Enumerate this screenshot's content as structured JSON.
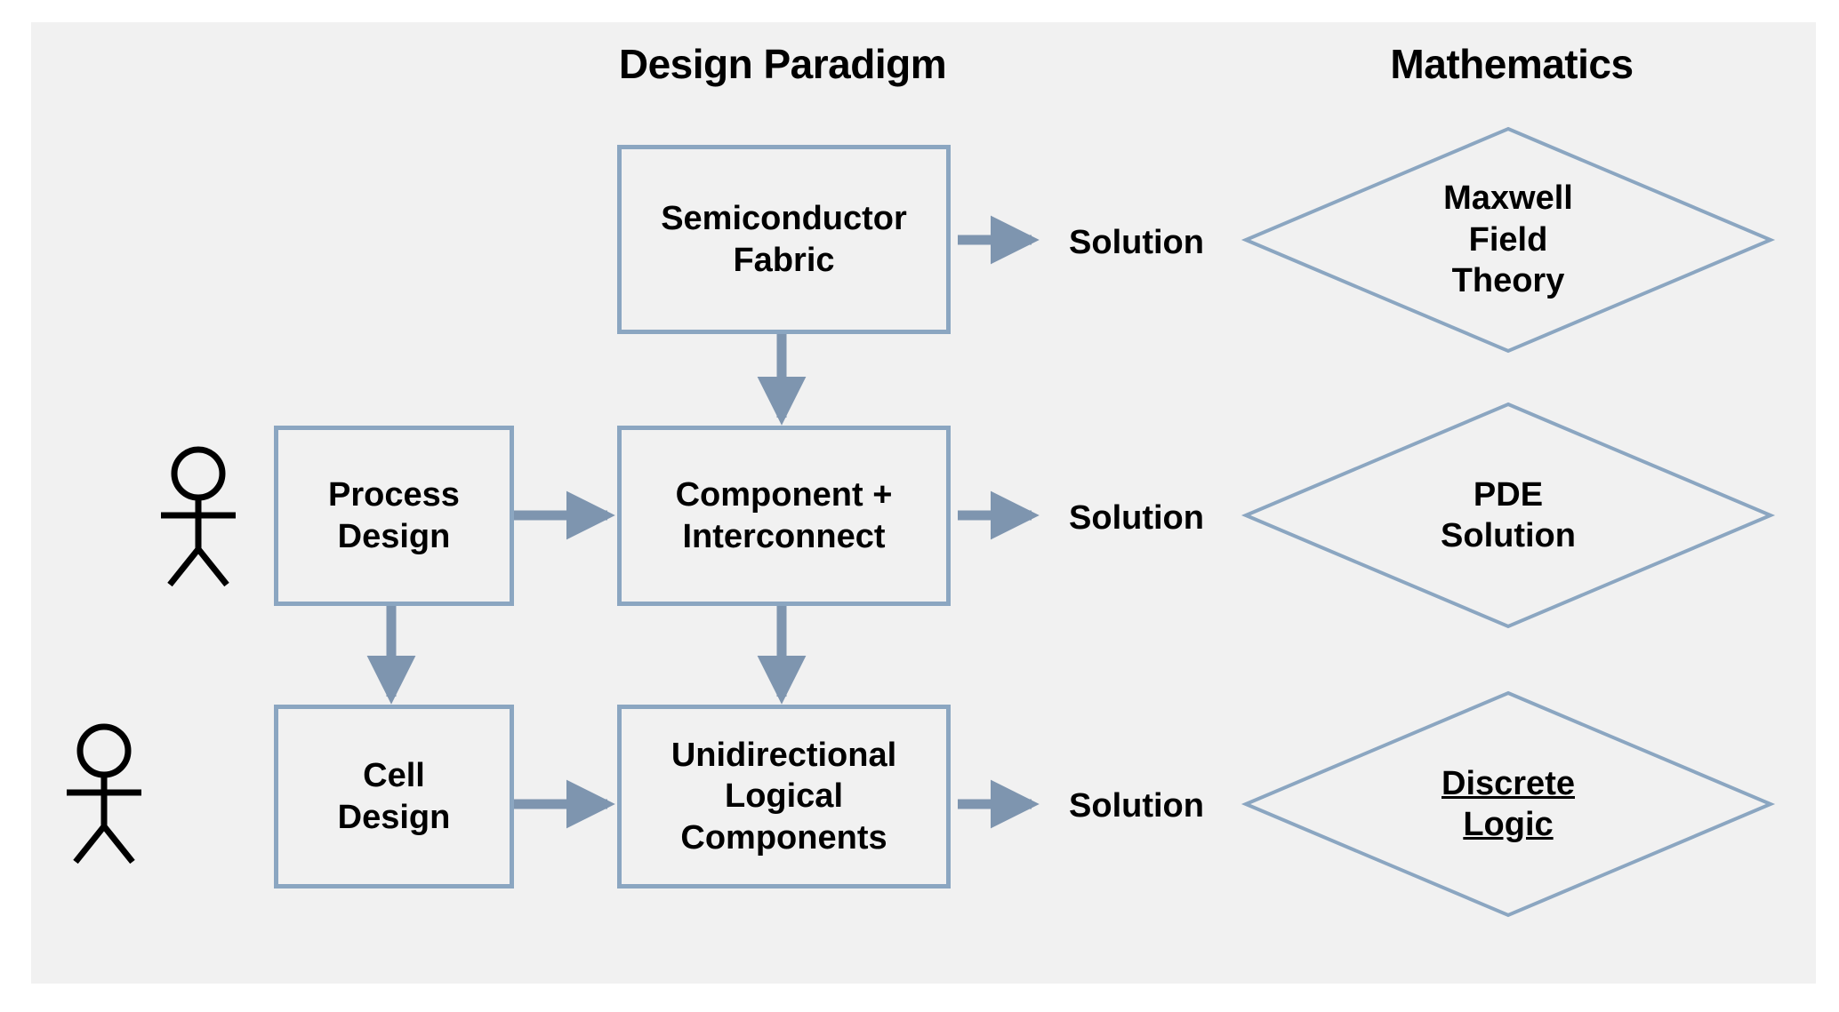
{
  "diagram": {
    "title_columns": {
      "design_paradigm": "Design Paradigm",
      "mathematics": "Mathematics"
    },
    "colors": {
      "background": "#f1f1f1",
      "box_border": "#8ba6c1",
      "diamond_border": "#8ba6c1",
      "arrow": "#7e95af",
      "text": "#000000",
      "figure": "#000000"
    },
    "process_boxes": [
      {
        "id": "semiconductor-fabric",
        "line1": "Semiconductor",
        "line2": "Fabric",
        "line3": ""
      },
      {
        "id": "process-design",
        "line1": "Process",
        "line2": "Design",
        "line3": ""
      },
      {
        "id": "component-interconnect",
        "line1": "Component +",
        "line2": "Interconnect",
        "line3": ""
      },
      {
        "id": "cell-design",
        "line1": "Cell",
        "line2": "Design",
        "line3": ""
      },
      {
        "id": "unidirectional-logical-components",
        "line1": "Unidirectional",
        "line2": "Logical",
        "line3": "Components"
      }
    ],
    "math_diamonds": [
      {
        "id": "maxwell-field-theory",
        "line1": "Maxwell",
        "line2": "Field",
        "line3": "Theory",
        "underlined": false
      },
      {
        "id": "pde-solution",
        "line1": "PDE",
        "line2": "Solution",
        "line3": "",
        "underlined": false
      },
      {
        "id": "discrete-logic",
        "line1": "Discrete",
        "line2": "Logic",
        "line3": "",
        "underlined": true
      }
    ],
    "solution_labels": {
      "top": "Solution",
      "middle": "Solution",
      "bottom": "Solution"
    },
    "actors": [
      {
        "id": "engineer-top",
        "label": ""
      },
      {
        "id": "engineer-bottom",
        "label": ""
      }
    ],
    "edges": [
      {
        "from": "semiconductor-fabric",
        "to": "component-interconnect",
        "direction": "down"
      },
      {
        "from": "process-design",
        "to": "component-interconnect",
        "direction": "right"
      },
      {
        "from": "process-design",
        "to": "cell-design",
        "direction": "down"
      },
      {
        "from": "cell-design",
        "to": "unidirectional-logical-components",
        "direction": "right"
      },
      {
        "from": "component-interconnect",
        "to": "unidirectional-logical-components",
        "direction": "down"
      },
      {
        "from": "semiconductor-fabric",
        "to": "maxwell-field-theory",
        "direction": "right",
        "label": "Solution"
      },
      {
        "from": "component-interconnect",
        "to": "pde-solution",
        "direction": "right",
        "label": "Solution"
      },
      {
        "from": "unidirectional-logical-components",
        "to": "discrete-logic",
        "direction": "right",
        "label": "Solution"
      }
    ]
  }
}
